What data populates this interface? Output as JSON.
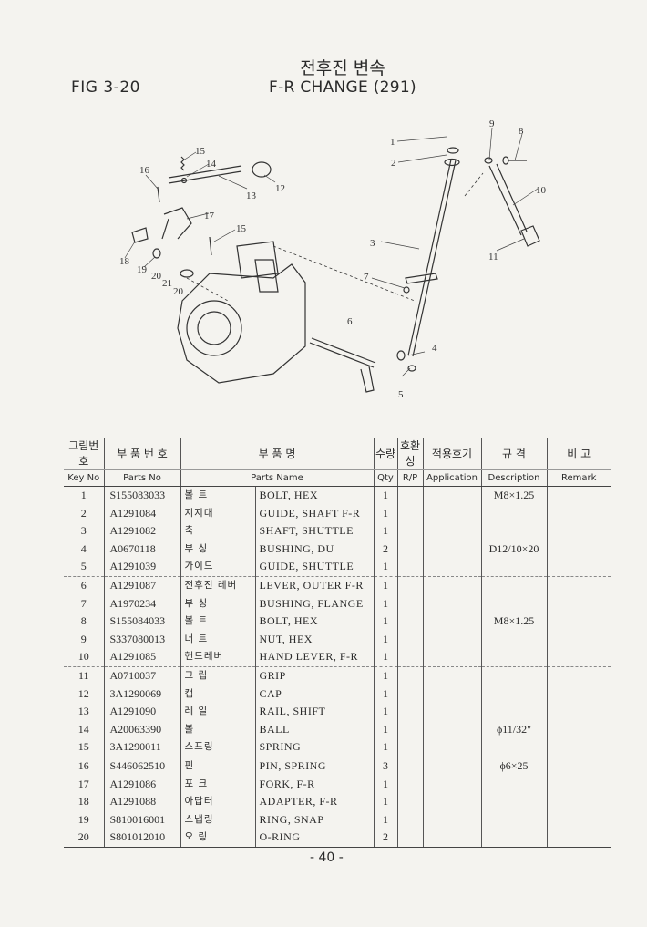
{
  "header": {
    "fig": "FIG 3-20",
    "title_ko": "전후진 변속",
    "title_en": "F-R CHANGE (291)"
  },
  "diagram": {
    "callouts": [
      "1",
      "2",
      "3",
      "4",
      "5",
      "6",
      "7",
      "8",
      "9",
      "10",
      "11",
      "12",
      "13",
      "14",
      "15",
      "15",
      "16",
      "17",
      "18",
      "19",
      "20",
      "20",
      "21"
    ]
  },
  "table": {
    "headers_ko": [
      "그림번호",
      "부 품 번 호",
      "부    품    명",
      "수량",
      "호환성",
      "적용호기",
      "규  격",
      "비 고"
    ],
    "headers_en": [
      "Key No",
      "Parts No",
      "Parts Name",
      "Qty",
      "R/P",
      "Application",
      "Description",
      "Remark"
    ],
    "rows": [
      {
        "key": "1",
        "part_no": "S155083033",
        "name_ko": "볼 트",
        "name_en": "BOLT, HEX",
        "qty": "1",
        "desc": "M8×1.25"
      },
      {
        "key": "2",
        "part_no": "A1291084",
        "name_ko": "지지대",
        "name_en": "GUIDE, SHAFT F-R",
        "qty": "1",
        "desc": ""
      },
      {
        "key": "3",
        "part_no": "A1291082",
        "name_ko": "축",
        "name_en": "SHAFT, SHUTTLE",
        "qty": "1",
        "desc": ""
      },
      {
        "key": "4",
        "part_no": "A0670118",
        "name_ko": "부 싱",
        "name_en": "BUSHING, DU",
        "qty": "2",
        "desc": "D12/10×20"
      },
      {
        "key": "5",
        "part_no": "A1291039",
        "name_ko": "가이드",
        "name_en": "GUIDE, SHUTTLE",
        "qty": "1",
        "desc": ""
      },
      {
        "key": "6",
        "part_no": "A1291087",
        "name_ko": "전후진 레버",
        "name_en": "LEVER, OUTER F-R",
        "qty": "1",
        "desc": ""
      },
      {
        "key": "7",
        "part_no": "A1970234",
        "name_ko": "부 싱",
        "name_en": "BUSHING, FLANGE",
        "qty": "1",
        "desc": ""
      },
      {
        "key": "8",
        "part_no": "S155084033",
        "name_ko": "볼 트",
        "name_en": "BOLT, HEX",
        "qty": "1",
        "desc": "M8×1.25"
      },
      {
        "key": "9",
        "part_no": "S337080013",
        "name_ko": "너 트",
        "name_en": "NUT, HEX",
        "qty": "1",
        "desc": ""
      },
      {
        "key": "10",
        "part_no": "A1291085",
        "name_ko": "핸드레버",
        "name_en": "HAND LEVER, F-R",
        "qty": "1",
        "desc": ""
      },
      {
        "key": "11",
        "part_no": "A0710037",
        "name_ko": "그 립",
        "name_en": "GRIP",
        "qty": "1",
        "desc": ""
      },
      {
        "key": "12",
        "part_no": "3A1290069",
        "name_ko": "캡",
        "name_en": "CAP",
        "qty": "1",
        "desc": ""
      },
      {
        "key": "13",
        "part_no": "A1291090",
        "name_ko": "레 일",
        "name_en": "RAIL, SHIFT",
        "qty": "1",
        "desc": ""
      },
      {
        "key": "14",
        "part_no": "A20063390",
        "name_ko": "볼",
        "name_en": "BALL",
        "qty": "1",
        "desc": "ϕ11/32\""
      },
      {
        "key": "15",
        "part_no": "3A1290011",
        "name_ko": "스프링",
        "name_en": "SPRING",
        "qty": "1",
        "desc": ""
      },
      {
        "key": "16",
        "part_no": "S446062510",
        "name_ko": "핀",
        "name_en": "PIN, SPRING",
        "qty": "3",
        "desc": "ϕ6×25"
      },
      {
        "key": "17",
        "part_no": "A1291086",
        "name_ko": "포 크",
        "name_en": "FORK, F-R",
        "qty": "1",
        "desc": ""
      },
      {
        "key": "18",
        "part_no": "A1291088",
        "name_ko": "아답터",
        "name_en": "ADAPTER, F-R",
        "qty": "1",
        "desc": ""
      },
      {
        "key": "19",
        "part_no": "S810016001",
        "name_ko": "스냅링",
        "name_en": "RING, SNAP",
        "qty": "1",
        "desc": ""
      },
      {
        "key": "20",
        "part_no": "S801012010",
        "name_ko": "오 링",
        "name_en": "O-RING",
        "qty": "2",
        "desc": ""
      }
    ]
  },
  "footer": {
    "page": "- 40 -"
  }
}
